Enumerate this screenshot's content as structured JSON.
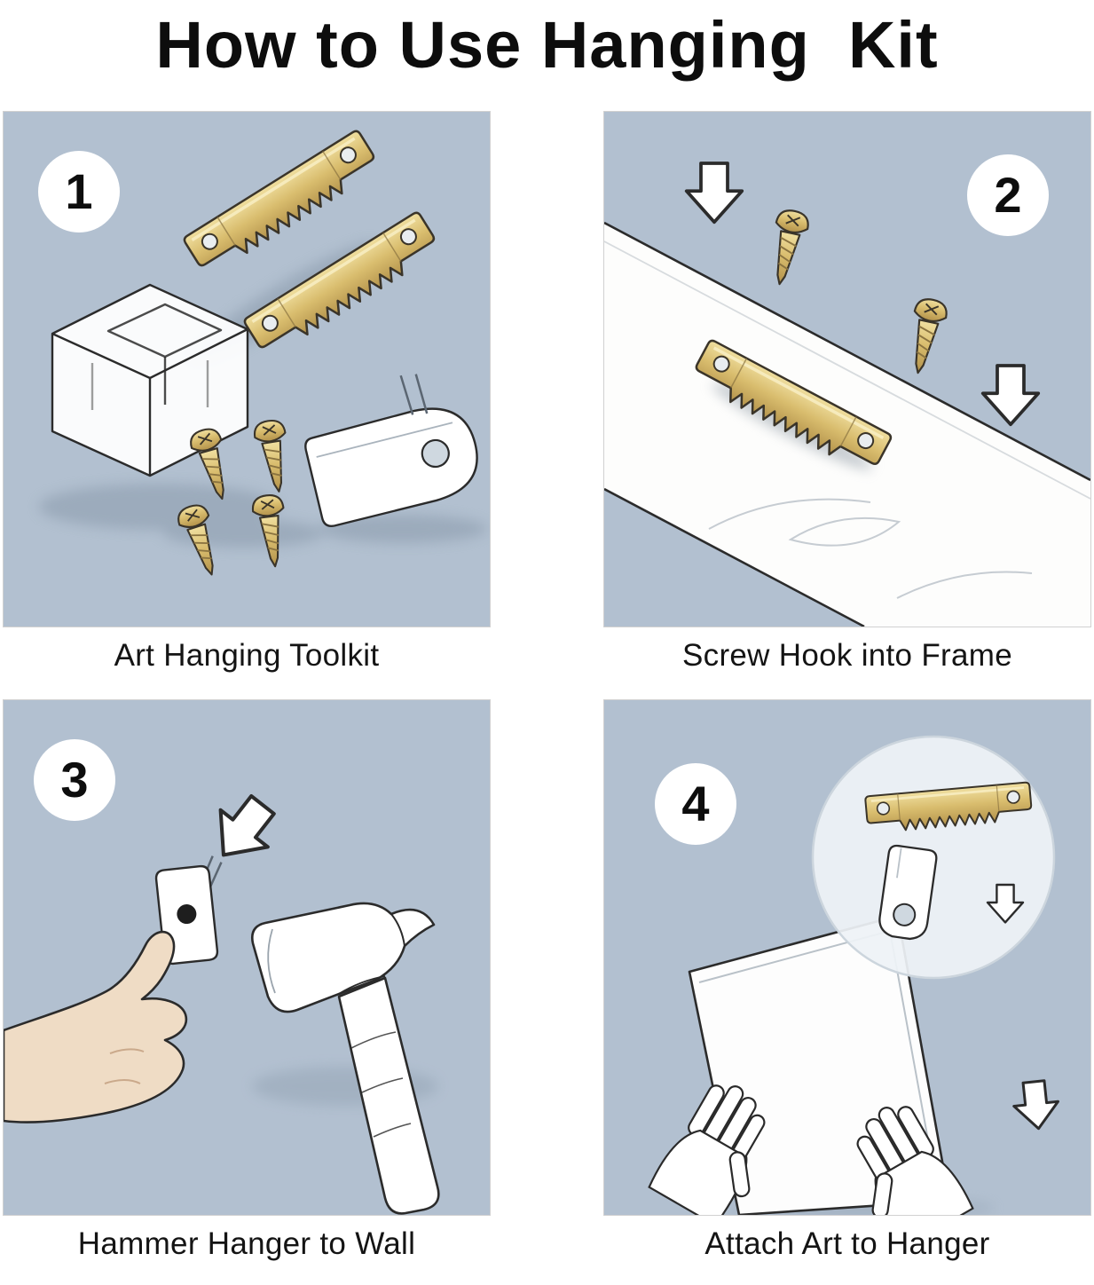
{
  "title": "How to Use Hanging  Kit",
  "panels": [
    {
      "number": "1",
      "caption": "Art Hanging Toolkit"
    },
    {
      "number": "2",
      "caption": "Screw Hook into Frame"
    },
    {
      "number": "3",
      "caption": "Hammer Hanger to Wall"
    },
    {
      "number": "4",
      "caption": "Attach Art to Hanger"
    }
  ],
  "colors": {
    "panel_bg": "#b2c0d0",
    "brass": "#d9bd6e",
    "brass_dark": "#b2914a",
    "outline": "#2b2b2b",
    "skin": "#efdcc5",
    "paper": "#ffffff"
  }
}
